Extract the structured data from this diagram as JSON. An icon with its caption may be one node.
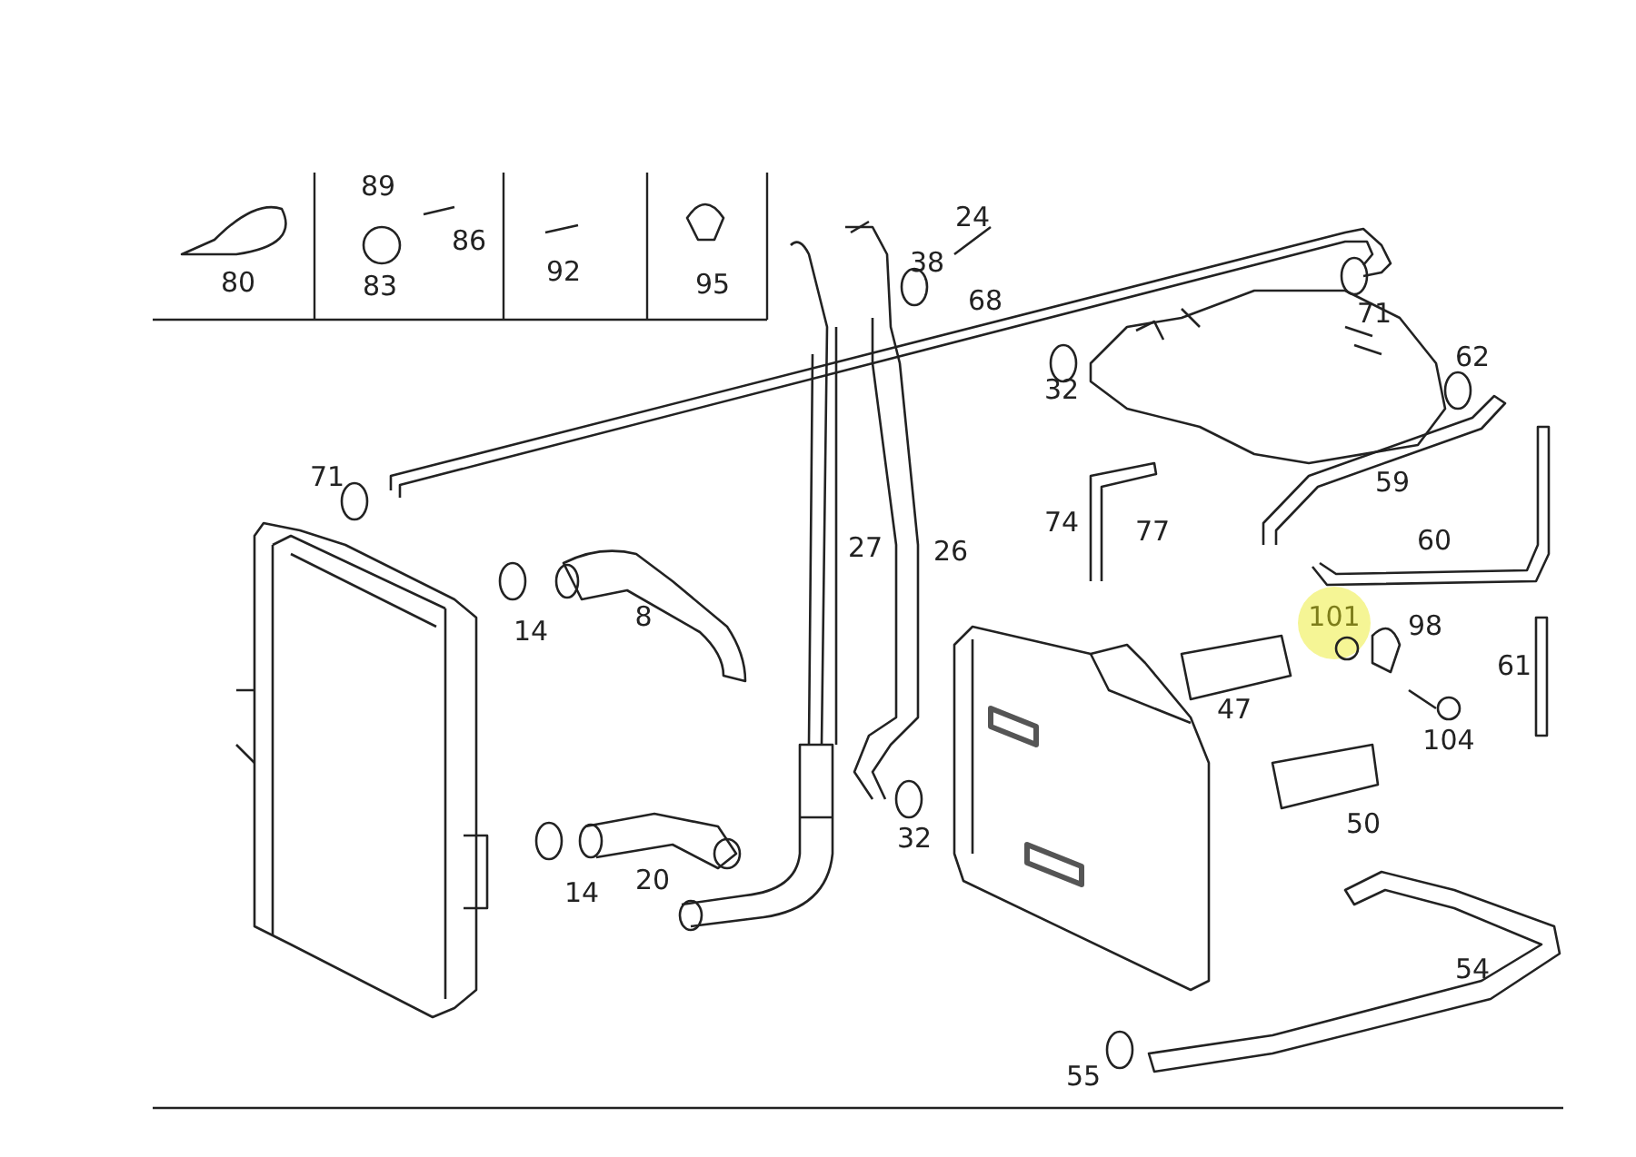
{
  "diagram": {
    "labels": [
      "89",
      "24",
      "86",
      "38",
      "92",
      "80",
      "95",
      "83",
      "68",
      "71",
      "62",
      "32",
      "71",
      "59",
      "74",
      "77",
      "60",
      "27",
      "26",
      "8",
      "101",
      "98",
      "14",
      "61",
      "47",
      "104",
      "50",
      "32",
      "20",
      "14",
      "54",
      "55"
    ]
  }
}
